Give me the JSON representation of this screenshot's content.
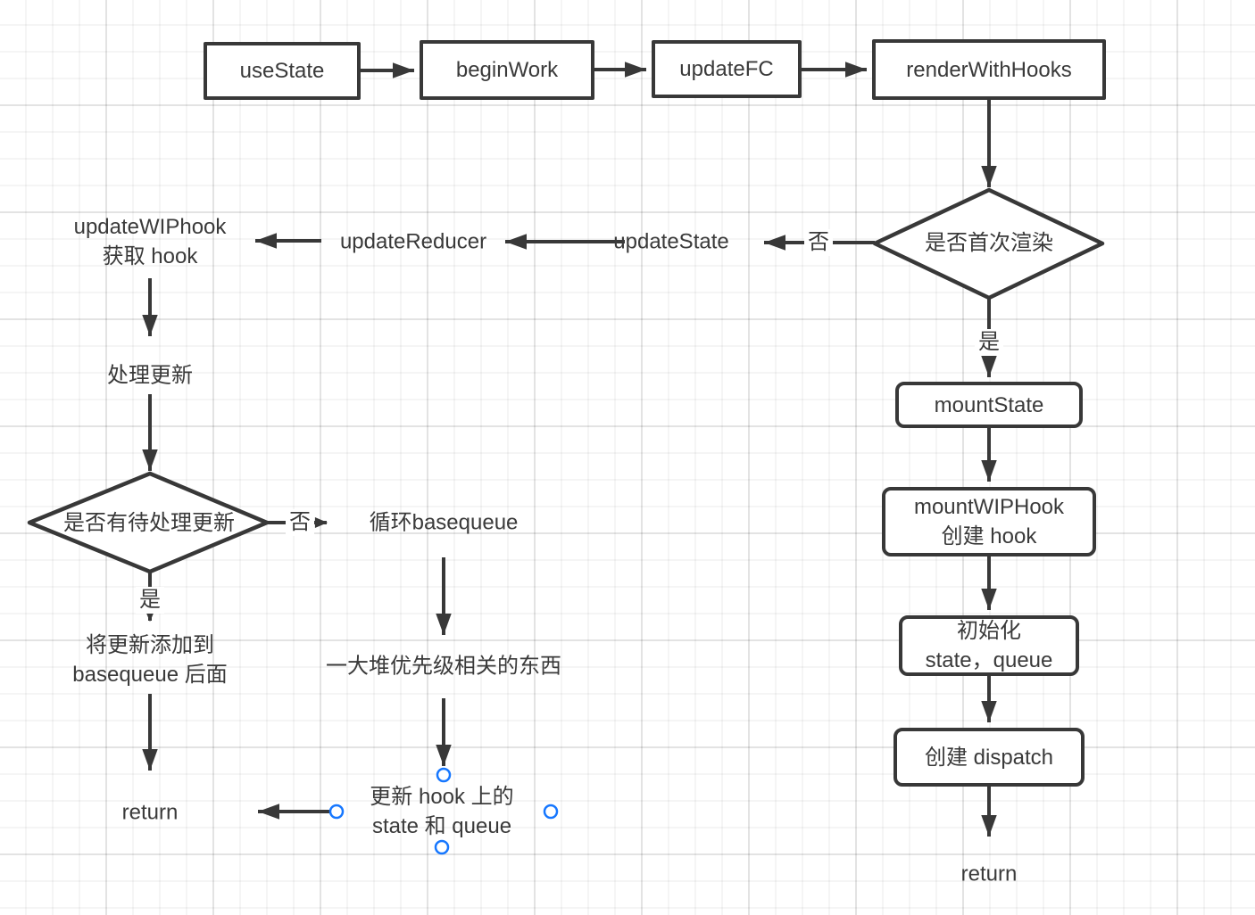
{
  "nodes": {
    "useState": "useState",
    "beginWork": "beginWork",
    "updateFC": "updateFC",
    "renderWithHooks": "renderWithHooks",
    "isFirstRender": "是否首次渲染",
    "updateState": "updateState",
    "updateReducer": "updateReducer",
    "updateWIPhook": "updateWIPhook\n获取 hook",
    "processUpdate": "处理更新",
    "hasPendingUpdate": "是否有待处理更新",
    "loopBasequeue": "循环basequeue",
    "priorityStuff": "一大堆优先级相关的东西",
    "updateHookState": "更新 hook 上的\nstate 和 queue",
    "appendBasequeue": "将更新添加到\nbasequeue 后面",
    "returnLeft": "return",
    "mountState": "mountState",
    "mountWIPHook": "mountWIPHook\n创建 hook",
    "initStateQueue": "初始化\nstate，queue",
    "createDispatch": "创建 dispatch",
    "returnRight": "return"
  },
  "edge_labels": {
    "firstRenderNo": "否",
    "firstRenderYes": "是",
    "pendingNo": "否",
    "pendingYes": "是"
  },
  "colors": {
    "line": "#383838",
    "text": "#3a3a3a",
    "selection_handle": "#1677ff",
    "node_fill": "#ffffff"
  }
}
